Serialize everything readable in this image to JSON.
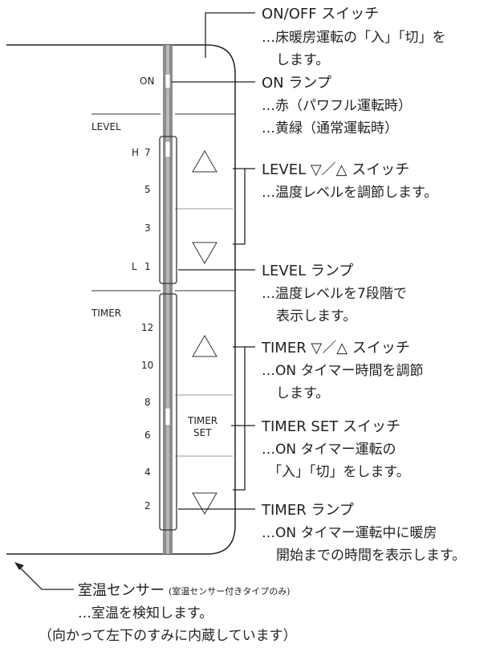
{
  "panel": {
    "on_label": "ON",
    "level_label": "LEVEL",
    "level_ticks": [
      "H",
      "7",
      "5",
      "3",
      "L",
      "1"
    ],
    "timer_label": "TIMER",
    "timer_ticks": [
      "12",
      "10",
      "8",
      "6",
      "4",
      "2"
    ],
    "timer_set_label_line1": "TIMER",
    "timer_set_label_line2": "SET"
  },
  "callouts": {
    "onoff_switch": {
      "title": "ON/OFF スイッチ",
      "desc_line1": "…床暖房運転の「入」「切」を",
      "desc_line2": "します。"
    },
    "on_lamp": {
      "title": "ON ランプ",
      "desc_line1": "…赤（パワフル運転時）",
      "desc_line2": "…黄緑（通常運転時）"
    },
    "level_switch": {
      "title": "LEVEL ▽／△ スイッチ",
      "desc_line1": "…温度レベルを調節します。"
    },
    "level_lamp": {
      "title": "LEVEL ランプ",
      "desc_line1": "…温度レベルを7段階で",
      "desc_line2": "表示します。"
    },
    "timer_switch": {
      "title": "TIMER ▽／△ スイッチ",
      "desc_line1": "…ON タイマー時間を調節",
      "desc_line2": "します。"
    },
    "timer_set_switch": {
      "title": "TIMER SET スイッチ",
      "desc_line1": "…ON タイマー運転の",
      "desc_line2": "「入」「切」をします。"
    },
    "timer_lamp": {
      "title": "TIMER ランプ",
      "desc_line1": "…ON タイマー運転中に暖房",
      "desc_line2": "開始までの時間を表示します。"
    },
    "room_sensor": {
      "title": "室温センサー",
      "title_note": "(室温センサー付きタイプのみ)",
      "desc_line1": "…室温を検知します。",
      "desc_line2": "（向かって左下のすみに内蔵しています）"
    }
  }
}
